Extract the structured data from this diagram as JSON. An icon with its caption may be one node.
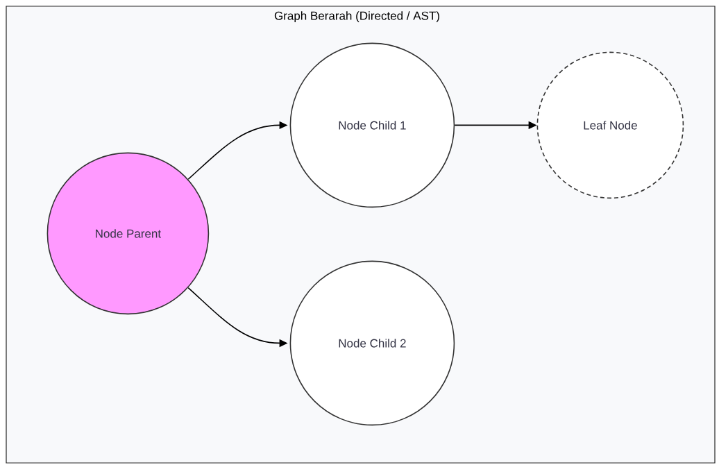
{
  "diagram": {
    "nodes": [
      {
        "text": [
          "Graph Berarah (Directed / AST)"
        ]
      },
      {
        "text": [
          "Node Parent"
        ],
        "in": 0
      },
      {
        "text": [
          "Node Child 1"
        ],
        "in": 0
      },
      {
        "text": [
          "Leaf Node"
        ],
        "in": 0
      },
      {
        "text": [
          "Node Child 2"
        ],
        "in": 0
      }
    ],
    "edges": [
      {
        "from": 1,
        "to": 2,
        "arrow": "to"
      },
      {
        "from": 1,
        "to": 4,
        "arrow": "to"
      },
      {
        "from": 2,
        "to": 3,
        "arrow": "to"
      }
    ]
  }
}
